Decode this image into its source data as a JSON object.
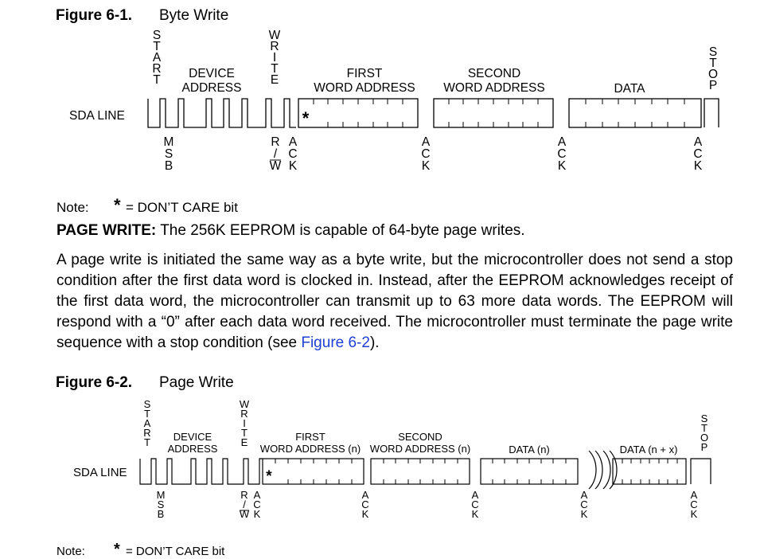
{
  "figure1": {
    "number": "Figure 6-1.",
    "title": "Byte Write",
    "sda_label": "SDA LINE",
    "start_letters": [
      "S",
      "T",
      "A",
      "R",
      "T"
    ],
    "write_letters": [
      "W",
      "R",
      "I",
      "T",
      "E"
    ],
    "stop_letters": [
      "S",
      "T",
      "O",
      "P"
    ],
    "msb_letters": [
      "M",
      "S",
      "B"
    ],
    "ack_letters": [
      "A",
      "C",
      "K"
    ],
    "rw_letters": [
      "R",
      "/",
      "W"
    ],
    "device_address": [
      "DEVICE",
      "ADDRESS"
    ],
    "first_word_address": [
      "FIRST",
      "WORD ADDRESS"
    ],
    "second_word_address": [
      "SECOND",
      "WORD ADDRESS"
    ],
    "data_label": "DATA",
    "dont_care_mark": "*"
  },
  "note1": {
    "label": "Note:",
    "star": "*",
    "text": "= DON’T CARE bit"
  },
  "page_write": {
    "lead_bold": "PAGE WRITE:",
    "lead_text": " The 256K EEPROM is capable of 64-byte page writes.",
    "paragraph": "A page write is initiated the same way as a byte write, but the microcontroller does not send a stop condition after the first data word is clocked in. Instead, after the EEPROM acknowledges receipt of the first data word, the microcontroller can transmit up to 63 more data words. The EEPROM will respond with a “0” after each data word received. The microcontroller must terminate the page write sequence with a stop condition (see ",
    "link": "Figure 6-2",
    "paragraph_end": ")."
  },
  "figure2": {
    "number": "Figure 6-2.",
    "title": "Page Write",
    "sda_label": "SDA LINE",
    "device_address": [
      "DEVICE",
      "ADDRESS"
    ],
    "first_word_address": [
      "FIRST",
      "WORD ADDRESS (n)"
    ],
    "second_word_address": [
      "SECOND",
      "WORD ADDRESS (n)"
    ],
    "data_n": "DATA (n)",
    "data_nx": "DATA (n + x)",
    "dont_care_mark": "*"
  },
  "note2": {
    "label": "Note:",
    "star": "*",
    "text": "= DON’T CARE bit"
  }
}
